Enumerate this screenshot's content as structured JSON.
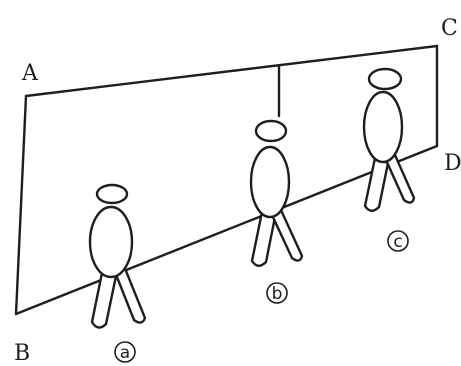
{
  "corner_labels": {
    "A": "A",
    "B": "B",
    "C": "C",
    "D": "D"
  },
  "figure_labels": {
    "a": "a",
    "b": "b",
    "c": "c"
  },
  "colors": {
    "stroke": "#1e1e1e",
    "background": "#ffffff"
  }
}
